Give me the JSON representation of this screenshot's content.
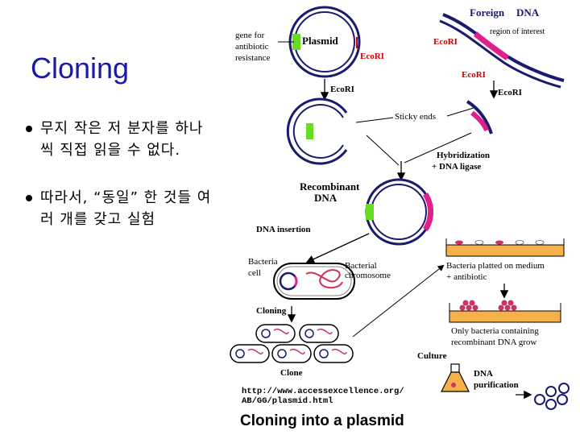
{
  "slide": {
    "title": "Cloning",
    "bullets": [
      "무지 작은 저 분자를 하나씩 직접 읽을 수 없다.",
      "따라서, “동일” 한 것들 여러 개를 갖고 실험"
    ]
  },
  "diagram": {
    "gene_label_1": "gene for",
    "gene_label_2": "antibiotic",
    "gene_label_3": "resistance",
    "plasmid": "Plasmid",
    "ecori_1": "EcoRI",
    "foreign_dna_1": "Foreign",
    "foreign_dna_2": "DNA",
    "region_of_interest": "region of interest",
    "ecori_2": "EcoRI",
    "ecori_3": "EcoRI",
    "ecori_arrow_1": "EcoRI",
    "ecori_arrow_2": "EcoRI",
    "sticky_ends": "Sticky ends",
    "hybridization": "Hybridization",
    "dna_ligase": "+ DNA ligase",
    "recombinant_1": "Recombinant",
    "recombinant_2": "DNA",
    "dna_insertion": "DNA insertion",
    "bacteria_cell_1": "Bacteria",
    "bacteria_cell_2": "cell",
    "bacterial_chrom_1": "Bacterial",
    "bacterial_chrom_2": "chromosome",
    "cloning": "Cloning",
    "clone": "Clone",
    "platted_1": "Bacteria platted on medium",
    "platted_2": "+ antibiotic",
    "only_1": "Only bacteria containing",
    "only_2": "recombinant DNA grow",
    "culture": "Culture",
    "dna_purif_1": "DNA",
    "dna_purif_2": "purification",
    "url_1": "http://www.accessexcellence.org/",
    "url_2": "AB/GG/plasmid.html",
    "caption": "Cloning into a plasmid"
  },
  "colors": {
    "title_blue": "#1a1aa6",
    "dna_navy": "#1a1a6e",
    "insert_pink": "#e0208a",
    "gene_green": "#66dd22",
    "ecori_red": "#cc0000",
    "medium_orange": "#f5b04a"
  }
}
